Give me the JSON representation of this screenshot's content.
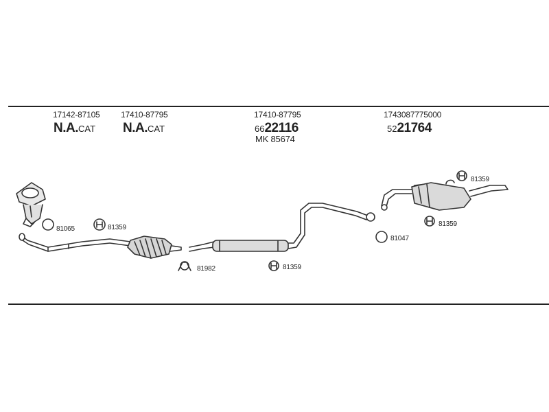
{
  "header_parts": [
    {
      "code": "17142-87105",
      "bold": "N.A.",
      "suffix": "CAT"
    },
    {
      "code": "17410-87795",
      "bold": "N.A.",
      "suffix": "CAT"
    },
    {
      "code": "17410-87795",
      "prefix": "66",
      "bold": "22116",
      "extra": "MK 85674"
    },
    {
      "code": "1743087775000",
      "prefix": "52",
      "bold": "21764"
    }
  ],
  "callouts": {
    "ring1": "81065",
    "hanger1": "81359",
    "clamp": "81982",
    "hanger2": "81359",
    "ring2": "81047",
    "hanger3": "81359",
    "hanger4": "81359"
  }
}
